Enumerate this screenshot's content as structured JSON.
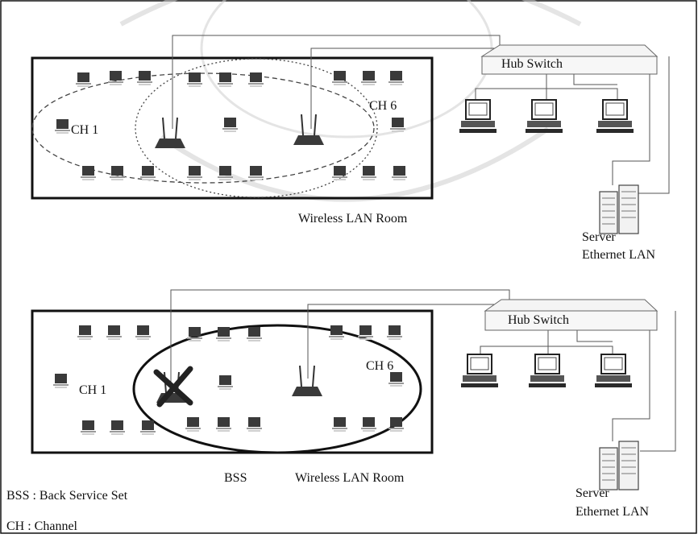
{
  "diagram_top": {
    "hub_label": "Hub Switch",
    "channel_left": "CH 1",
    "channel_right": "CH 6",
    "room_label": "Wireless LAN Room",
    "server_label": "Server",
    "ethernet_label": "Ethernet LAN"
  },
  "diagram_bottom": {
    "hub_label": "Hub Switch",
    "channel_left": "CH 1",
    "channel_right": "CH 6",
    "bss_label": "BSS",
    "room_label": "Wireless LAN Room",
    "server_label": "Server",
    "ethernet_label": "Ethernet LAN"
  },
  "legend": {
    "bss": "BSS : Back Service Set",
    "ch": "CH : Channel"
  },
  "colors": {
    "line": "#111111",
    "wire": "#555555",
    "device": "#3a3a3a",
    "watermark": "#d9d9d9"
  }
}
